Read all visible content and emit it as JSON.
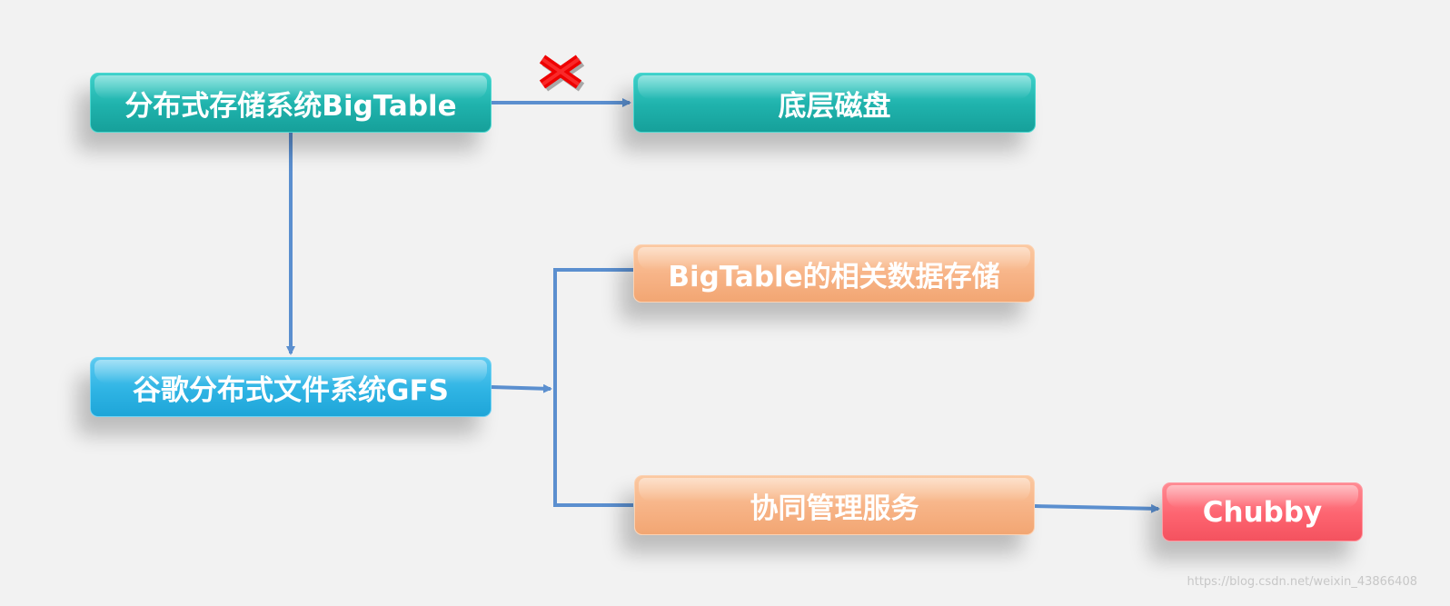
{
  "nodes": {
    "bigtable": "分布式存储系统BigTable",
    "disk": "底层磁盘",
    "gfs": "谷歌分布式文件系统GFS",
    "storage": "BigTable的相关数据存储",
    "coordination": "协同管理服务",
    "chubby": "Chubby"
  },
  "colors": {
    "teal": "#1fb2ac",
    "blue": "#2fb4e4",
    "peach": "#f7b386",
    "red": "#fd6470",
    "connector": "#5b8fcf",
    "cross": "#ff0000"
  },
  "icons": {
    "blocked_link": "red-x-icon"
  },
  "watermark": "https://blog.csdn.net/weixin_43866408"
}
